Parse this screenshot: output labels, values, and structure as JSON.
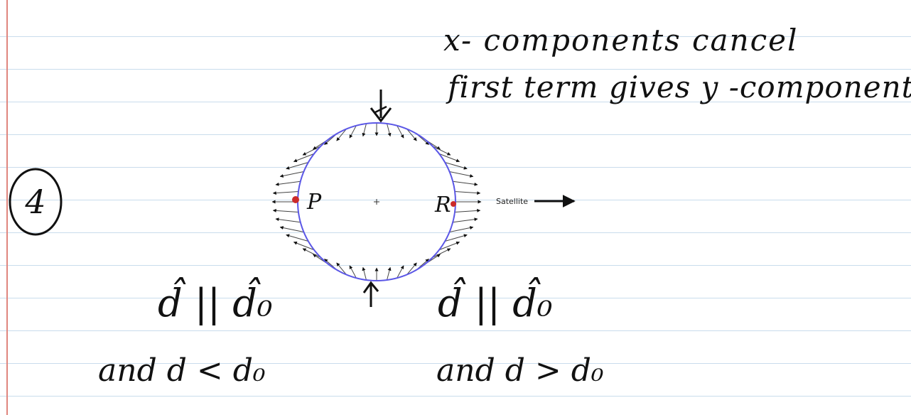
{
  "notes": {
    "line1": "x- components cancel",
    "line2": "first term gives y -component",
    "problem_number": "4"
  },
  "diagram": {
    "label_p": "P",
    "label_r": "R",
    "satellite_label": "Satellite"
  },
  "conditions": {
    "left_relation": "d̂ || d̂₀",
    "left_inequality": "and d < d₀",
    "right_relation": "d̂ || d̂₀",
    "right_inequality": "and d > d₀"
  },
  "colors": {
    "circle": "#5b57e6",
    "point": "#cc2a2a",
    "ink": "#111111",
    "arrow": "#111111",
    "rule_line": "#c9dcec",
    "margin_line": "#e0867e"
  }
}
